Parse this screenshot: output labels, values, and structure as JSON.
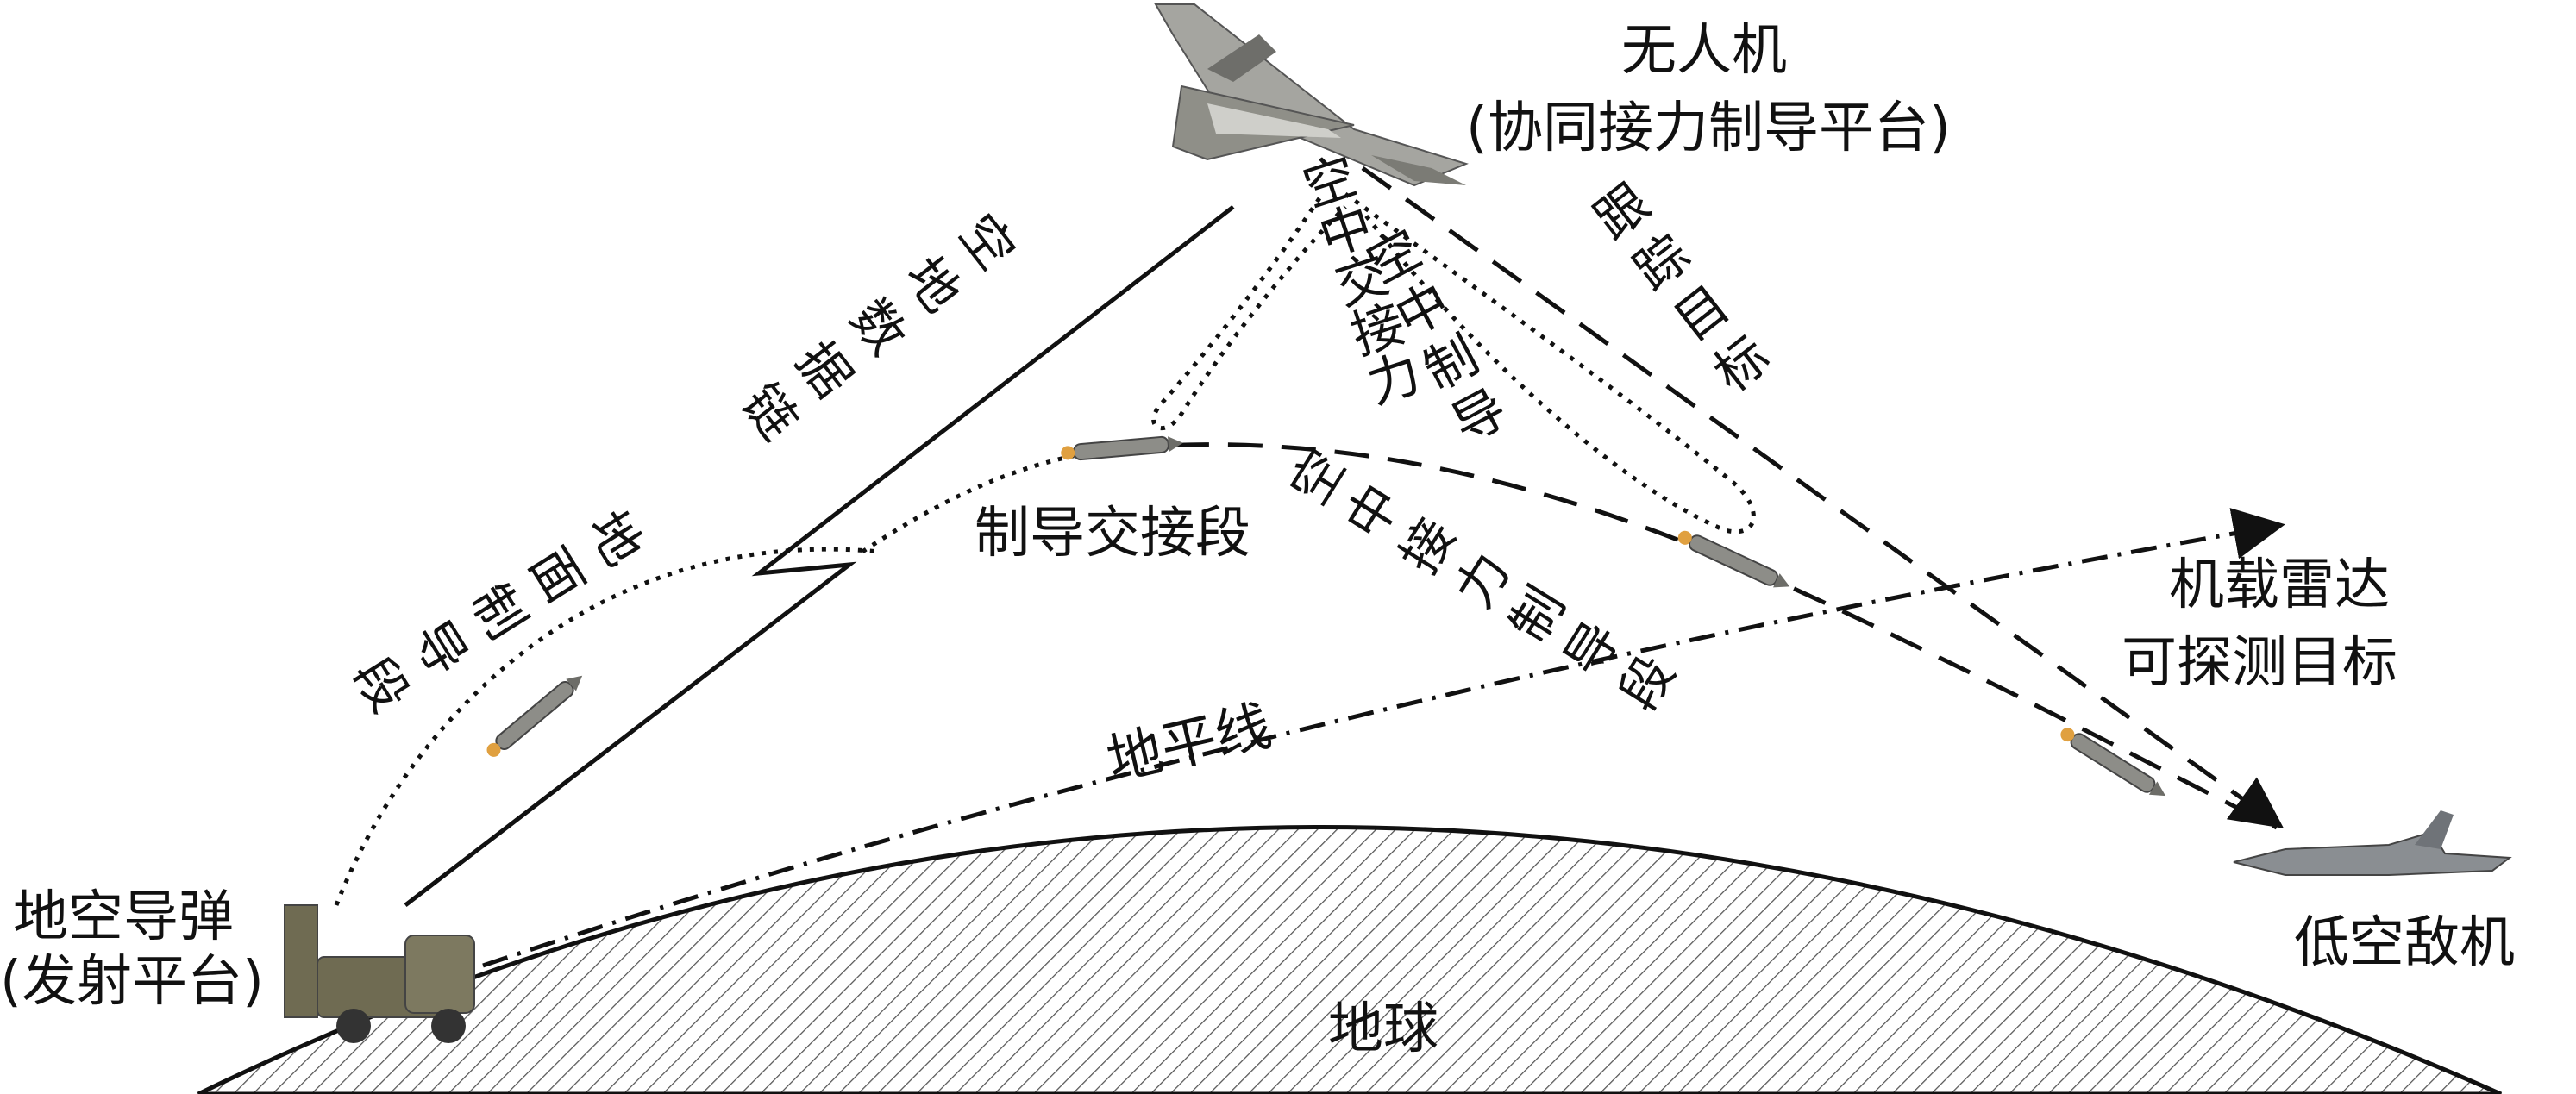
{
  "colors": {
    "line": "#111111",
    "earth_hatch": "#555555",
    "uav_body": "#a5a5a0",
    "missile_body": "#8d8d88",
    "missile_flame": "#e0a040",
    "truck_body": "#6f6b52",
    "jet_body": "#8a8e92"
  },
  "labels": {
    "uav_title": "无人机",
    "uav_subtitle": "(协同接力制导平台)",
    "launcher_title": "地空导弹",
    "launcher_subtitle": "(发射平台)",
    "enemy": "低空敌机",
    "radar_line1": "机载雷达",
    "radar_line2": "可探测目标",
    "horizon": "地平线",
    "earth": "地球",
    "handover_segment": "制导交接段"
  },
  "vertical_labels": {
    "air_ground_datalink": [
      "空",
      "地",
      "数",
      "据",
      "链"
    ],
    "ground_guidance_segment": [
      "地",
      "面",
      "制",
      "导",
      "段"
    ],
    "air_handover": [
      "空",
      "中",
      "交",
      "接",
      "力"
    ],
    "air_guidance": [
      "空",
      "中",
      "制",
      "导"
    ],
    "track_target": [
      "跟",
      "踪",
      "目",
      "标"
    ],
    "air_relay_guidance_segment": [
      "空",
      "中",
      "接",
      "力",
      "制",
      "导",
      "段"
    ]
  },
  "icons": {
    "uav": "uav-drone-icon",
    "launcher": "missile-launcher-truck-icon",
    "enemy_jet": "fighter-jet-icon",
    "missile": "missile-icon"
  }
}
